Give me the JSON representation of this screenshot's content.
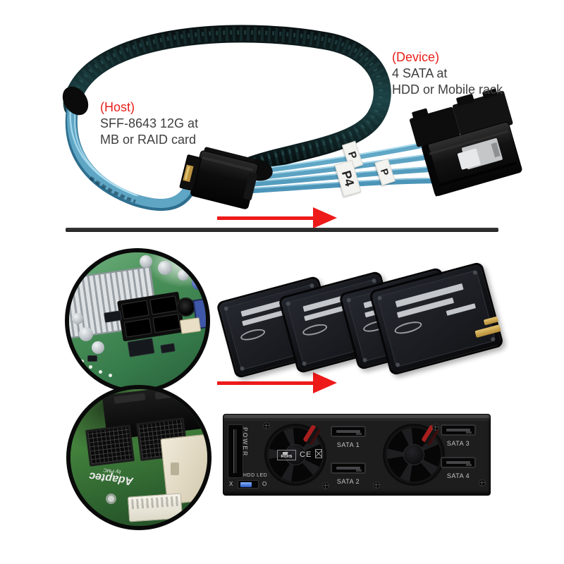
{
  "product_diagram": {
    "host_annotation": {
      "tag": "(Host)",
      "line1": "SFF-8643 12G at",
      "line2": "MB or RAID card"
    },
    "device_annotation": {
      "tag": "(Device)",
      "line1": "4 SATA at",
      "line2": "HDD or Mobile rack"
    },
    "cable_flags": {
      "flag1": "P",
      "flag2": "P",
      "flag3": "P4"
    },
    "backplane": {
      "power_label": "POWER",
      "hdd_led_label": "HDD LED",
      "switch_left": "X",
      "switch_right": "O",
      "rohs_label": "ROHS",
      "ce_label": "CE",
      "sata_labels": [
        "SATA 1",
        "SATA 2",
        "SATA 3",
        "SATA 4"
      ]
    },
    "raid_card": {
      "brand": "Adaptec",
      "brand_sub": "by PMC"
    },
    "colors": {
      "accent_red": "#e8201a",
      "annotation_text": "#3e3e3e",
      "ribbon_blue": "#5fa5c4",
      "braid_black": "#0d1b1c",
      "pcb_green": "#3f8551",
      "backplane_black": "#1d1d1d"
    }
  }
}
